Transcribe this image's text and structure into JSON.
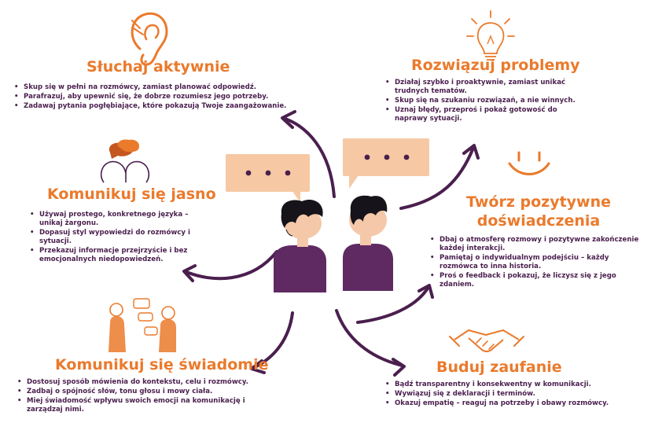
{
  "sections": {
    "listen": {
      "title": "Słuchaj aktywnie",
      "bullets": [
        "Skup się w pełni na rozmówcy, zamiast planować odpowiedź.",
        "Parafrazuj, aby upewnić się, że dobrze rozumiesz jego potrzeby.",
        "Zadawaj pytania pogłębiające, które pokazują Twoje zaangażowanie."
      ],
      "icon": "ear-icon"
    },
    "solve": {
      "title": "Rozwiązuj problemy",
      "bullets": [
        "Działaj szybko i proaktywnie, zamiast unikać trudnych tematów.",
        "Skup się na szukaniu rozwiązań, a nie winnych.",
        "Uznaj błędy, przeproś i pokaż gotowość do naprawy sytuacji."
      ],
      "icon": "lightbulb-icon"
    },
    "clear": {
      "title": "Komunikuj się jasno",
      "bullets": [
        "Używaj prostego, konkretnego języka – unikaj żargonu.",
        "Dopasuj styl wypowiedzi do rozmówcy i sytuacji.",
        "Przekazuj informacje przejrzyście i bez emocjonalnych niedopowiedzeń."
      ],
      "icon": "talking-heads-icon"
    },
    "positive": {
      "title_lines": [
        "Twórz pozytywne",
        "doświadczenia"
      ],
      "bullets": [
        "Dbaj o atmosferę rozmowy i pozytywne zakończenie każdej interakcji.",
        "Pamiętaj o indywidualnym podejściu – każdy rozmówca to inna historia.",
        "Proś o feedback i pokazuj, że liczysz się z jego zdaniem."
      ],
      "icon": "smile-icon"
    },
    "aware": {
      "title": "Komunikuj się świadomie",
      "bullets": [
        "Dostosuj sposób mówienia do kontekstu, celu i rozmówcy.",
        "Zadbaj o spójność słów, tonu głosu i mowy ciała.",
        "Miej świadomość wpływu swoich emocji na komunikację i zarządzaj nimi."
      ],
      "icon": "people-talking-icon"
    },
    "trust": {
      "title": "Buduj zaufanie",
      "bullets": [
        "Bądź transparentny i konsekwentny w komunikacji.",
        "Wywiązuj się z deklaracji i terminów.",
        "Okazuj empatię – reaguj na potrzeby i obawy rozmówcy."
      ],
      "icon": "handshake-icon"
    }
  },
  "center": {
    "bubble_left": "•••",
    "bubble_right": "•••",
    "icon": "two-people-talking-icon"
  },
  "colors": {
    "orange": "#ea7a2c",
    "purple": "#4a1f4e",
    "shirt": "#5f2a62",
    "bubble": "#f6c9a4",
    "skin": "#f4c8a8"
  }
}
